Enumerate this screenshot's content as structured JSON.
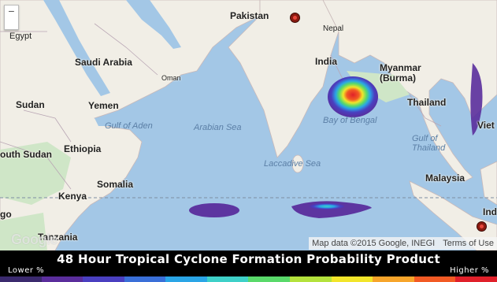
{
  "map": {
    "countries": {
      "egypt": "Egypt",
      "pakistan": "Pakistan",
      "nepal": "Nepal",
      "saudi_arabia": "Saudi Arabia",
      "oman": "Oman",
      "india": "India",
      "myanmar": "Myanmar\n(Burma)",
      "sudan": "Sudan",
      "yemen": "Yemen",
      "thailand": "Thailand",
      "viet": "Viet",
      "south_sudan": "outh Sudan",
      "ethiopia": "Ethiopia",
      "somalia": "Somalia",
      "kenya": "Kenya",
      "malaysia": "Malaysia",
      "congo": "go",
      "tanzania": "Tanzania",
      "indonesia": "Ind"
    },
    "seas": {
      "gulf_of_aden": "Gulf of Aden",
      "arabian_sea": "Arabian Sea",
      "bay_of_bengal": "Bay of Bengal",
      "gulf_of_thailand": "Gulf of\nThailand",
      "laccadive_sea": "Laccadive Sea"
    },
    "zoom": {
      "out_label": "−"
    },
    "watermark": "Google",
    "attribution": "Map data ©2015 Google, INEGI",
    "terms": "Terms of Use"
  },
  "legend": {
    "title": "48 Hour Tropical Cyclone Formation Probability Product",
    "lower": "Lower %",
    "higher": "Higher %",
    "colors": [
      "#3b2a6e",
      "#5a2d9c",
      "#4a3fc0",
      "#3a6fd8",
      "#2aa5e6",
      "#3ed0c8",
      "#59d96a",
      "#b4e23c",
      "#f2e52a",
      "#f7a52b",
      "#f25a24",
      "#e0202a"
    ]
  }
}
